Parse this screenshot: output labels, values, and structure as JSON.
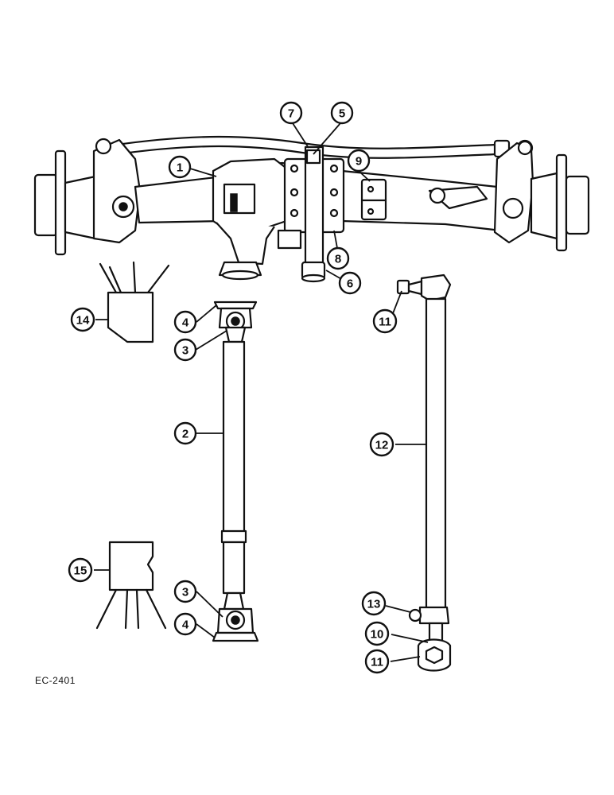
{
  "figure_code": "EC-2401",
  "callouts": [
    {
      "id": "c1",
      "label": "1"
    },
    {
      "id": "c2",
      "label": "2"
    },
    {
      "id": "c3a",
      "label": "3"
    },
    {
      "id": "c3b",
      "label": "3"
    },
    {
      "id": "c4a",
      "label": "4"
    },
    {
      "id": "c4b",
      "label": "4"
    },
    {
      "id": "c5",
      "label": "5"
    },
    {
      "id": "c6",
      "label": "6"
    },
    {
      "id": "c7",
      "label": "7"
    },
    {
      "id": "c8",
      "label": "8"
    },
    {
      "id": "c9",
      "label": "9"
    },
    {
      "id": "c10",
      "label": "10"
    },
    {
      "id": "c11a",
      "label": "11"
    },
    {
      "id": "c11b",
      "label": "11"
    },
    {
      "id": "c12",
      "label": "12"
    },
    {
      "id": "c13",
      "label": "13"
    },
    {
      "id": "c14",
      "label": "14"
    },
    {
      "id": "c15",
      "label": "15"
    }
  ]
}
